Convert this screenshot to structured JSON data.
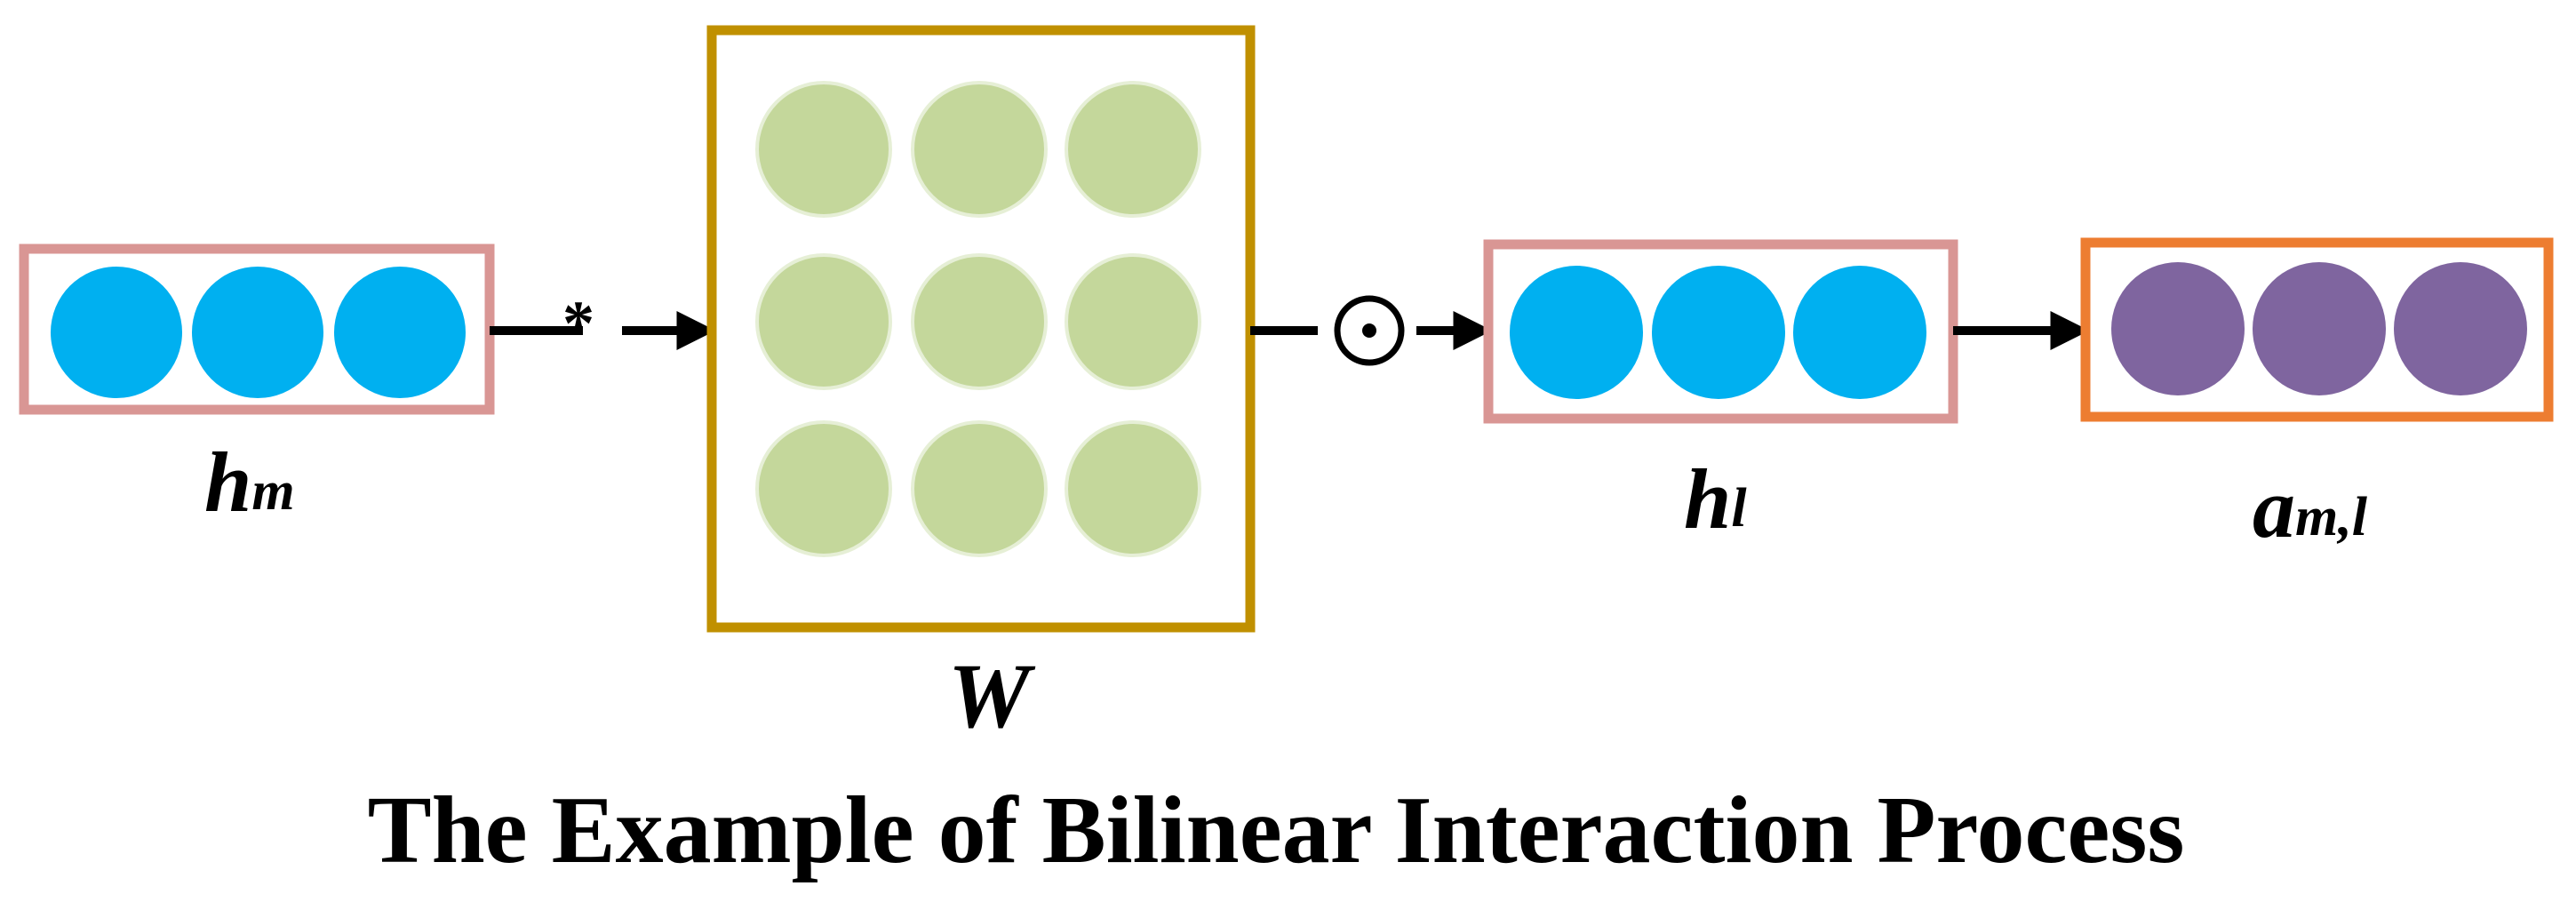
{
  "diagram": {
    "caption": "The Example of Bilinear Interaction Process",
    "operators": {
      "multiply": "*",
      "hadamard": "⊙"
    },
    "nodes": {
      "h_m": {
        "main": "h",
        "sub": "m",
        "cells": 3
      },
      "W": {
        "main": "W",
        "rows": 3,
        "cols": 3
      },
      "h_l": {
        "main": "h",
        "sub": "l",
        "cells": 3
      },
      "a_ml": {
        "main": "a",
        "sub": "m,l",
        "cells": 3
      }
    },
    "colors": {
      "vector_cell": "#00b0f0",
      "vector_border": "#d99694",
      "matrix_cell": "#c4d79b",
      "matrix_border": "#c09000",
      "output_cell": "#7f659f",
      "output_border": "#ed7d31",
      "arrow": "#000000"
    }
  }
}
